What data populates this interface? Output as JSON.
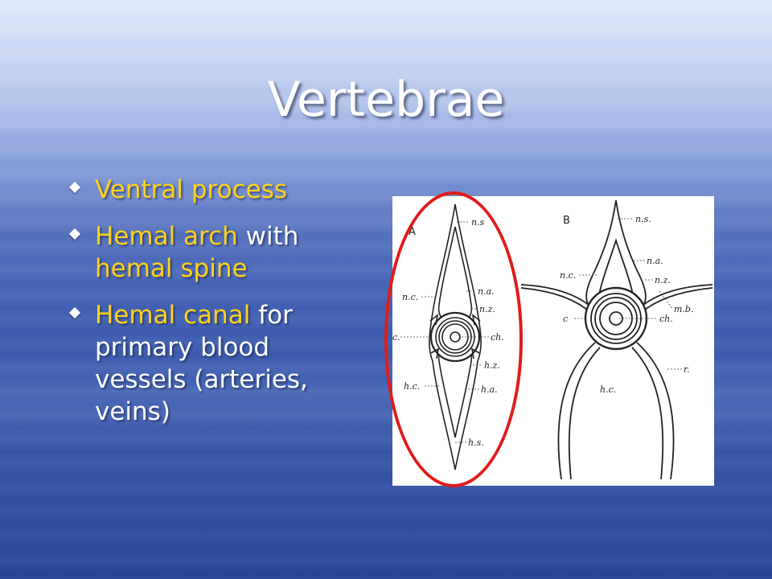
{
  "slide": {
    "title": "Vertebrae",
    "bullets": [
      {
        "parts": [
          {
            "text": "Ventral process",
            "color": "#ffd21a"
          }
        ]
      },
      {
        "parts": [
          {
            "text": "Hemal arch",
            "color": "#ffd21a"
          },
          {
            "text": " with ",
            "color": "#ffffff"
          },
          {
            "text": "hemal spine",
            "color": "#ffd21a"
          }
        ]
      },
      {
        "parts": [
          {
            "text": "Hemal canal",
            "color": "#ffd21a"
          },
          {
            "text": " for primary blood vessels (arteries, veins)",
            "color": "#ffffff"
          }
        ]
      }
    ]
  },
  "figure": {
    "panelA": {
      "label": "A",
      "labels": {
        "ns": "n.s",
        "na": "n.a.",
        "nz": "n.z.",
        "nc": "n.c.",
        "c": "c.",
        "ch": "ch.",
        "hz": "h.z.",
        "hc": "h.c.",
        "ha": "h.a.",
        "hs": "h.s."
      }
    },
    "panelB": {
      "label": "B",
      "labels": {
        "ns": "n.s.",
        "na": "n.a.",
        "nc": "n.c.",
        "nz": "n.z.",
        "mb": "m.b.",
        "c": "c",
        "ch": "ch.",
        "r": "r.",
        "hc": "h.c."
      }
    }
  }
}
